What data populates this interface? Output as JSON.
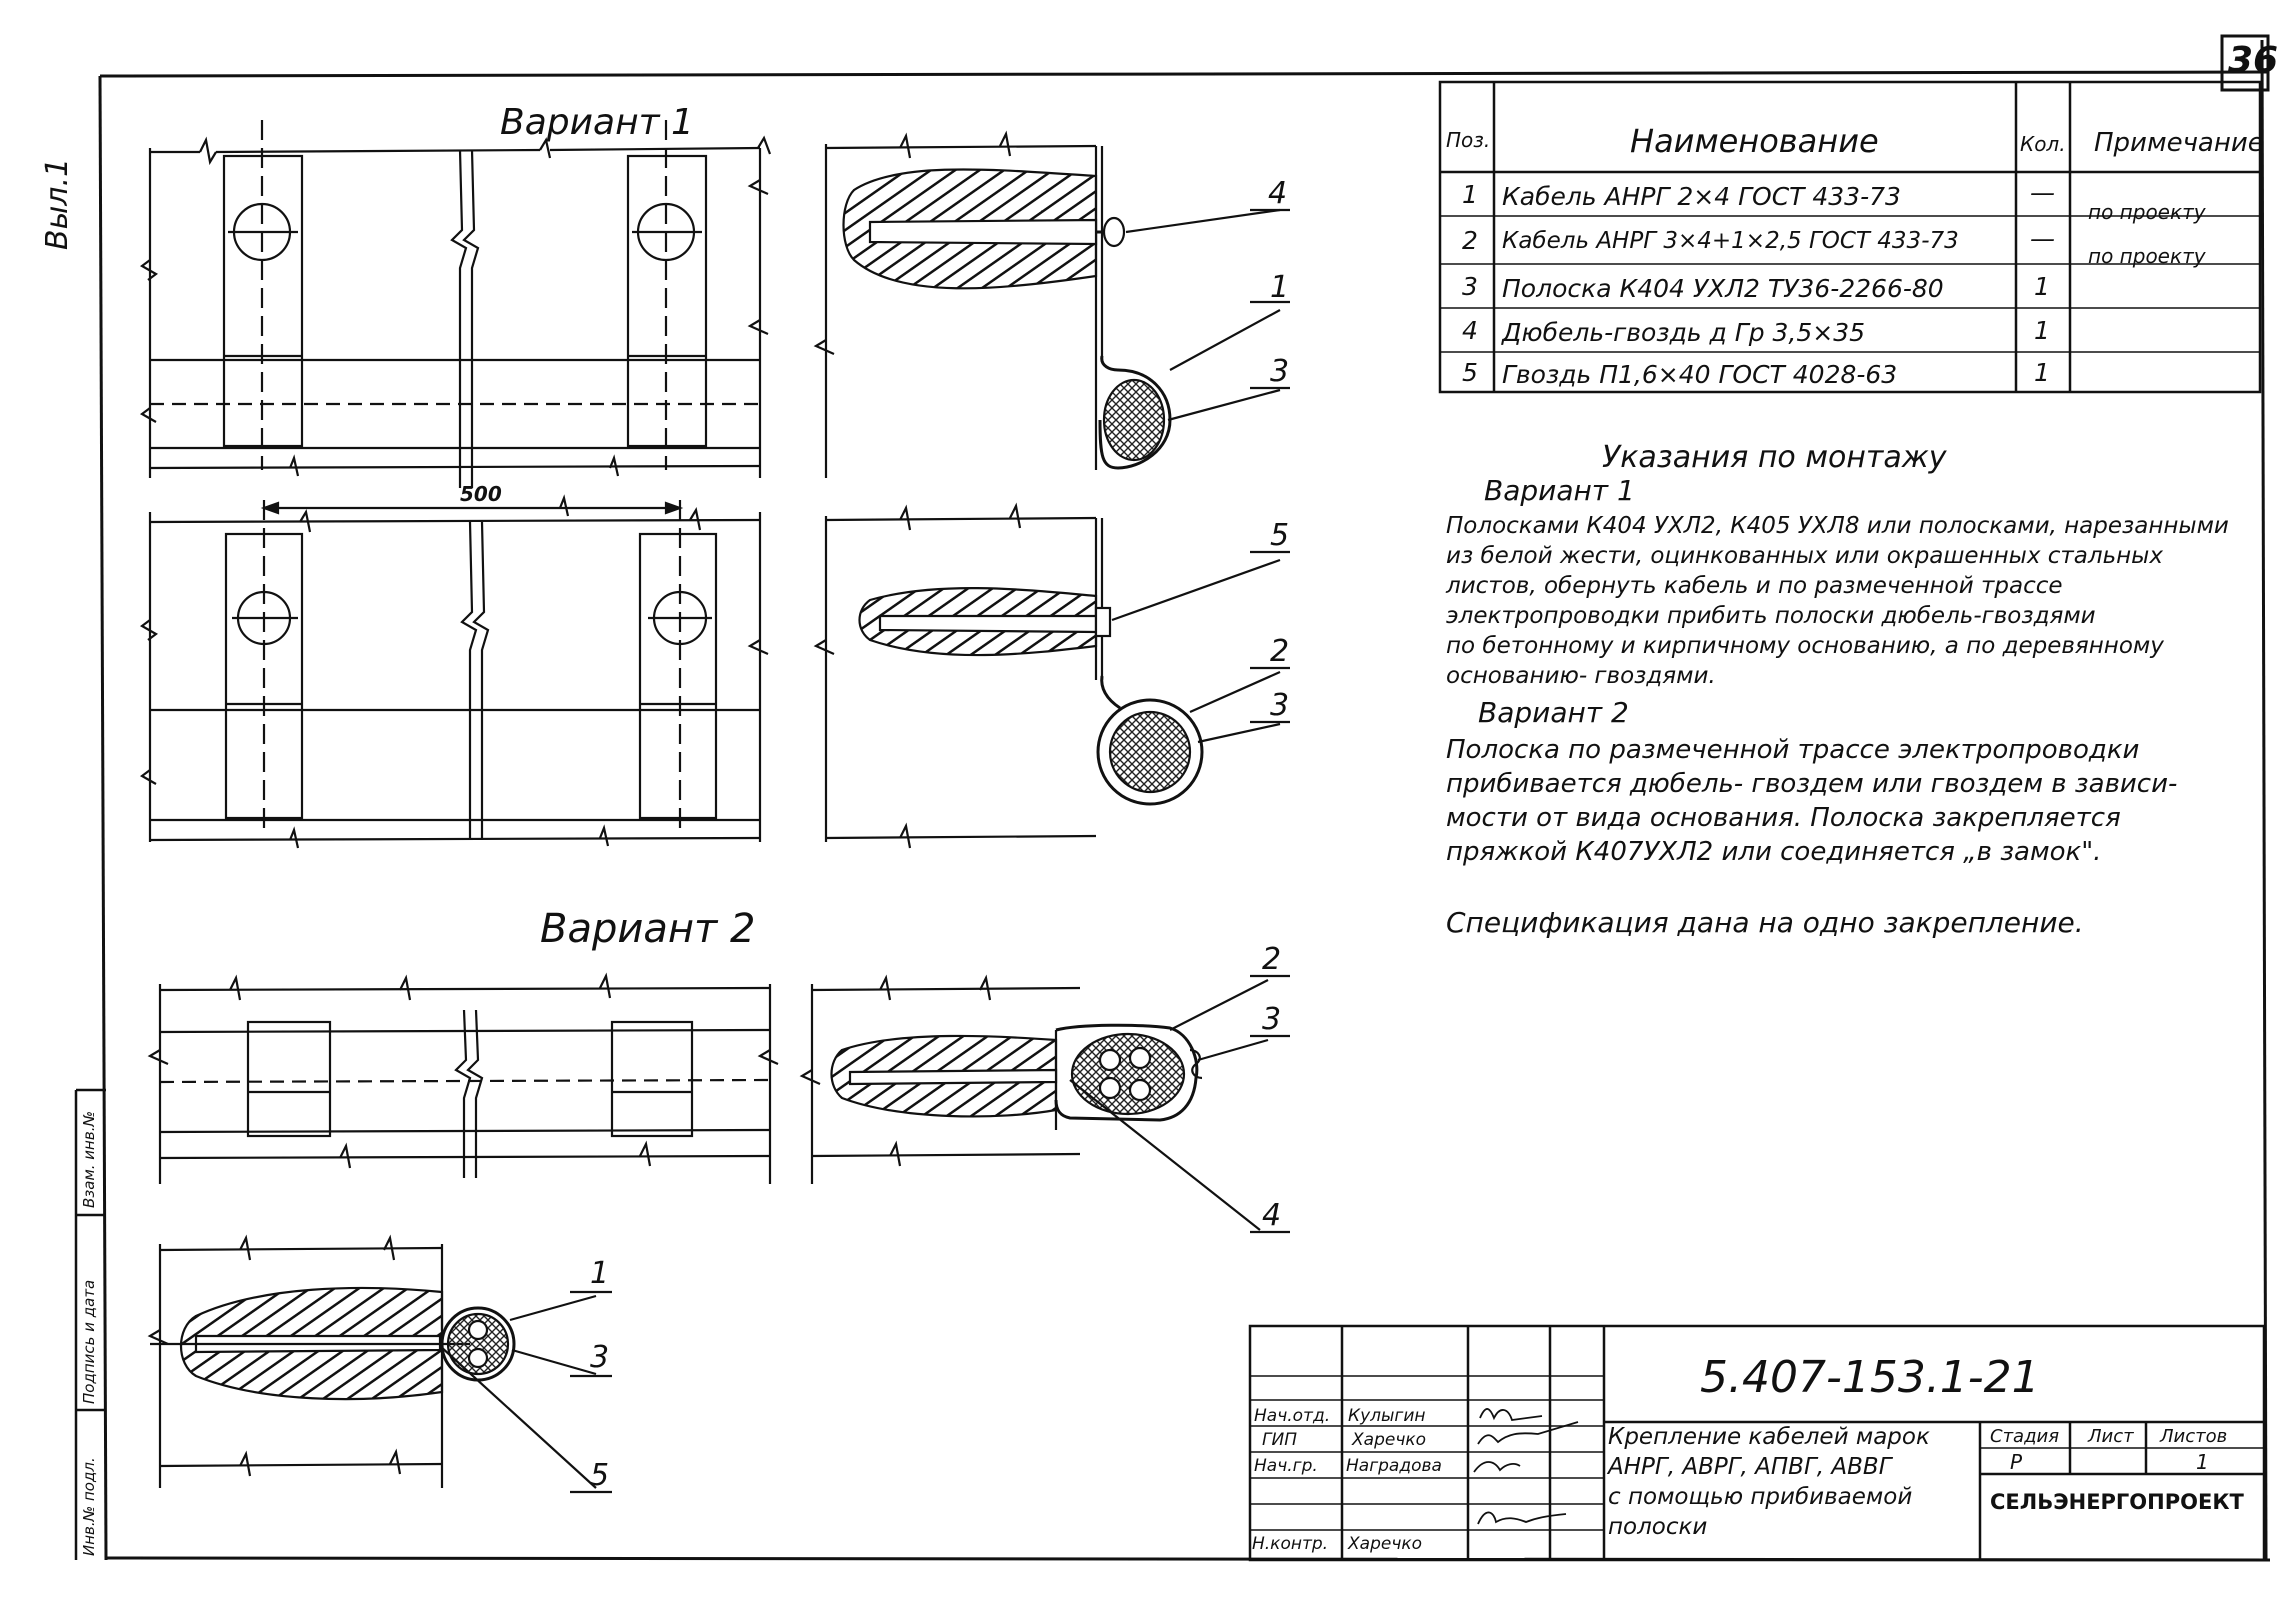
{
  "sheet_number": "36",
  "side_note": "Выл.1",
  "variant1_title": "Вариант 1",
  "variant2_title": "Вариант 2",
  "dimension_500": "500",
  "callouts": {
    "v1_top": [
      "4",
      "1",
      "3"
    ],
    "v1_bottom": [
      "5",
      "2",
      "3"
    ],
    "v2_side": [
      "2",
      "3",
      "4"
    ],
    "v2_bottom": [
      "1",
      "3",
      "5"
    ]
  },
  "spec_table": {
    "headers": [
      "Поз.",
      "Наименование",
      "Кол.",
      "Примечание"
    ],
    "rows": [
      {
        "pos": "1",
        "name": "Кабель  АНРГ 2×4  ГОСТ 433-73",
        "qty": "—",
        "note": "по проекту"
      },
      {
        "pos": "2",
        "name": "Кабель  АНРГ 3×4+1×2,5 ГОСТ 433-73",
        "qty": "—",
        "note": "по проекту"
      },
      {
        "pos": "3",
        "name": "Полоска К404 УХЛ2  ТУ36-2266-80",
        "qty": "1",
        "note": ""
      },
      {
        "pos": "4",
        "name": "Дюбель-гвоздь д Гр 3,5×35",
        "qty": "1",
        "note": ""
      },
      {
        "pos": "5",
        "name": "Гвоздь П1,6×40  ГОСТ 4028-63",
        "qty": "1",
        "note": ""
      }
    ]
  },
  "instructions": {
    "title": "Указания по монтажу",
    "variant1_heading": "Вариант 1",
    "variant1_lines": [
      "Полосками К404 УХЛ2, К405 УХЛ8 или полосками, нарезанными",
      "из белой жести, оцинкованных или окрашенных стальных",
      "листов, обернуть кабель и по размеченной трассе",
      "электропроводки прибить полоски дюбель-гвоздями",
      "по бетонному и кирпичному основанию, а по деревянному",
      "основанию- гвоздями."
    ],
    "variant2_heading": "Вариант 2",
    "variant2_lines": [
      "Полоска по размеченной трассе электропроводки",
      "прибивается дюбель- гвоздем или гвоздем в зависи-",
      "мости от вида основания. Полоска закрепляется",
      "пряжкой К407УХЛ2 или соединяется „в замок\"."
    ],
    "spec_note": "Спецификация дана на одно закрепление."
  },
  "title_block": {
    "doc_code": "5.407-153.1-21",
    "roles": [
      "Нач.отд.",
      "ГИП",
      "Нач.гр.",
      "Н.контр."
    ],
    "names": [
      "Кулыгин",
      "Харечко",
      "Наградова",
      "Харечко"
    ],
    "title_lines": [
      "Крепление кабелей марок",
      "АНРГ, АВРГ, АПВГ, АВВГ",
      "с помощью прибиваемой",
      "полоски"
    ],
    "stage_label": "Стадия",
    "sheet_label": "Лист",
    "sheets_label": "Листов",
    "stage_value": "Р",
    "sheets_value": "1",
    "organization": "СЕЛЬЭНЕРГОПРОЕКТ"
  },
  "left_stamp": [
    "Инв.№ подл.",
    "Подпись и дата",
    "Взам. инв.№"
  ]
}
